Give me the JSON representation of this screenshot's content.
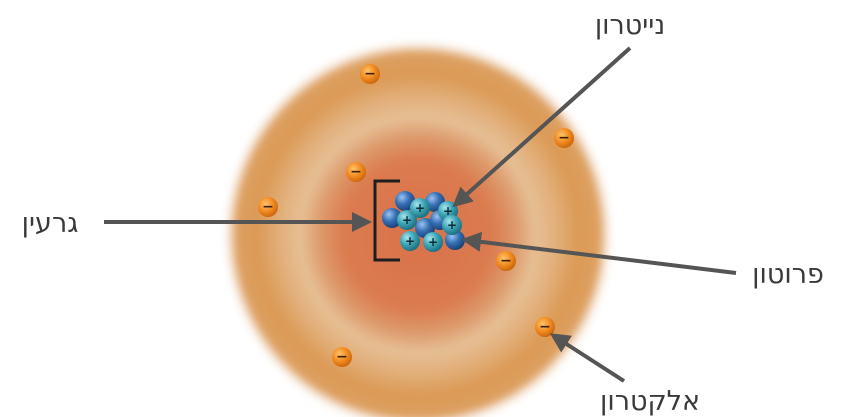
{
  "labels": {
    "neutron": "נייטרון",
    "nucleus": "גרעין",
    "proton": "פרוטון",
    "electron": "אלקטרון"
  },
  "particle_signs": {
    "electron": "−",
    "proton": "+"
  },
  "colors": {
    "outer_cloud": "#d99a55",
    "middle_ring": "#e6c29a",
    "inner_cloud": "#d97a52",
    "electron": "#ef8a22",
    "proton": "#3ea7b8",
    "neutron": "#3570b5",
    "pointer": "#555555",
    "bracket": "#1e1e1e",
    "label_text": "#3a3a3a"
  }
}
